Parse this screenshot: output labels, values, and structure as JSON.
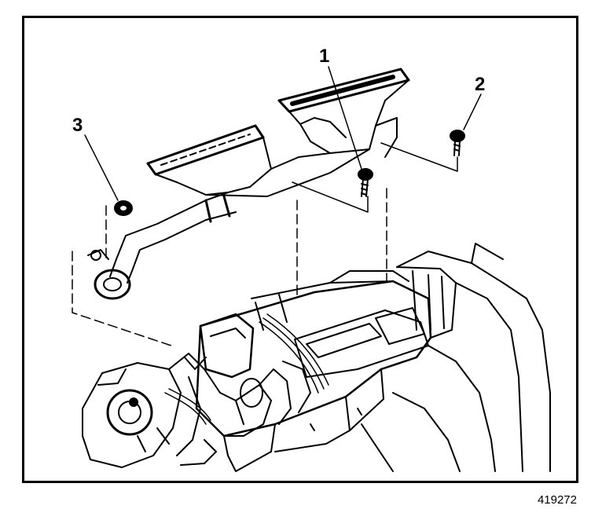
{
  "diagram": {
    "callouts": [
      {
        "id": "1",
        "label": "1"
      },
      {
        "id": "2",
        "label": "2"
      },
      {
        "id": "3",
        "label": "3"
      }
    ],
    "figure_number": "419272",
    "colors": {
      "ink": "#000000",
      "paper": "#ffffff"
    }
  }
}
